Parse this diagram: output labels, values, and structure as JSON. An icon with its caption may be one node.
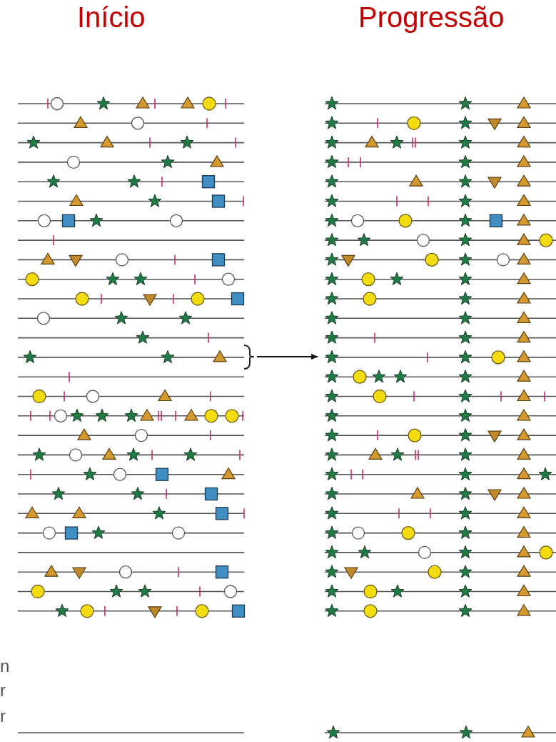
{
  "diagram": {
    "nodes": [
      {
        "text": [],
        "shape": "picture"
      },
      {
        "text": [],
        "shape": "picture"
      }
    ],
    "edges": [
      {
        "from": 0,
        "to": 1,
        "arrow": "to"
      }
    ],
    "labels": [
      "Início",
      "Progressão",
      "n",
      "r",
      "r"
    ]
  }
}
